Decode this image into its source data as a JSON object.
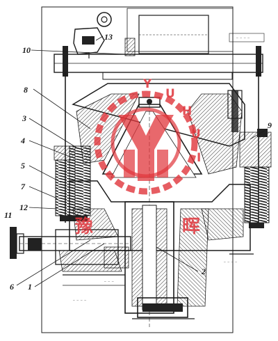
{
  "part_numbers": {
    "p1": "1",
    "p2": "2",
    "p3": "3",
    "p4": "4",
    "p5": "5",
    "p6": "6",
    "p7": "7",
    "p8": "8",
    "p9": "9",
    "p10": "10",
    "p11": "11",
    "p12": "12",
    "p13": "13"
  },
  "watermark": {
    "letters": [
      "Y",
      "U",
      "H",
      "U",
      "I"
    ],
    "cjk_left": "豫",
    "cjk_right": "晖",
    "color": "#e0353b"
  },
  "colors": {
    "ink": "#1c1c1c",
    "paper": "#ffffff",
    "watermark": "#e0353b"
  }
}
